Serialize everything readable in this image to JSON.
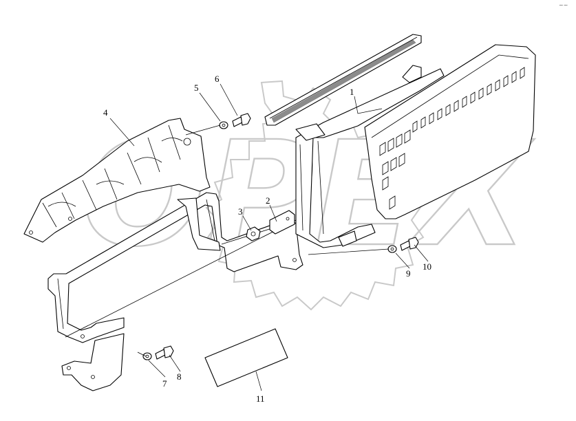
{
  "diagram": {
    "watermark": {
      "text": "OPEX",
      "icon": "gear-watermark"
    },
    "corner_mark": "~~",
    "callouts": [
      {
        "id": "1",
        "label": "1"
      },
      {
        "id": "2",
        "label": "2"
      },
      {
        "id": "3",
        "label": "3"
      },
      {
        "id": "4",
        "label": "4"
      },
      {
        "id": "5",
        "label": "5"
      },
      {
        "id": "6",
        "label": "6"
      },
      {
        "id": "7",
        "label": "7"
      },
      {
        "id": "8",
        "label": "8"
      },
      {
        "id": "9",
        "label": "9"
      },
      {
        "id": "10",
        "label": "10"
      },
      {
        "id": "11",
        "label": "11"
      }
    ]
  }
}
